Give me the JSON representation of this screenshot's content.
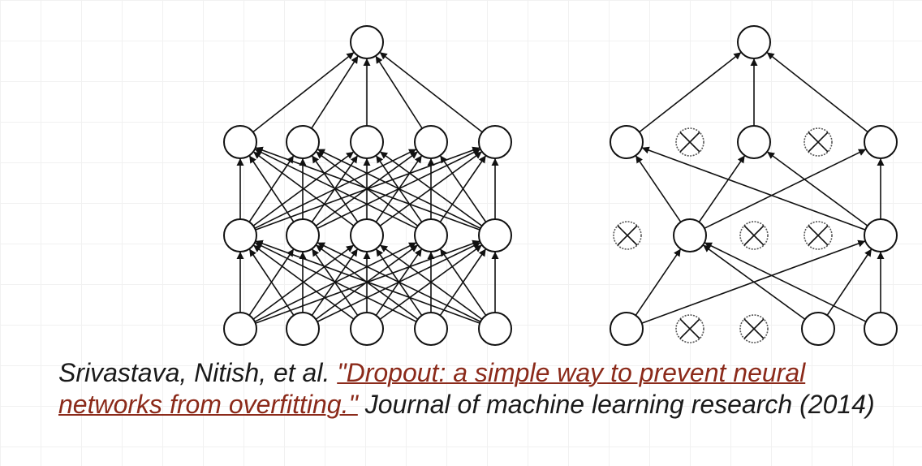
{
  "diagram": {
    "standard_net": {
      "layer_sizes": [
        5,
        5,
        5,
        1
      ]
    },
    "thinned_net": {
      "dropped_units": {
        "input": [
          1,
          2
        ],
        "hidden1": [
          0,
          2,
          3
        ],
        "hidden2": [
          1,
          3
        ]
      }
    }
  },
  "citation": {
    "authors": "Srivastava, Nitish, et al. ",
    "link_text": "\"Dropout: a simple way to prevent neural networks from overfitting.\"",
    "venue": " Journal of machine learning research (2014)"
  },
  "colors": {
    "node_stroke": "#111111",
    "dropped_stroke": "#555555",
    "link": "#8b2a1a",
    "text": "#1a1a1a"
  }
}
